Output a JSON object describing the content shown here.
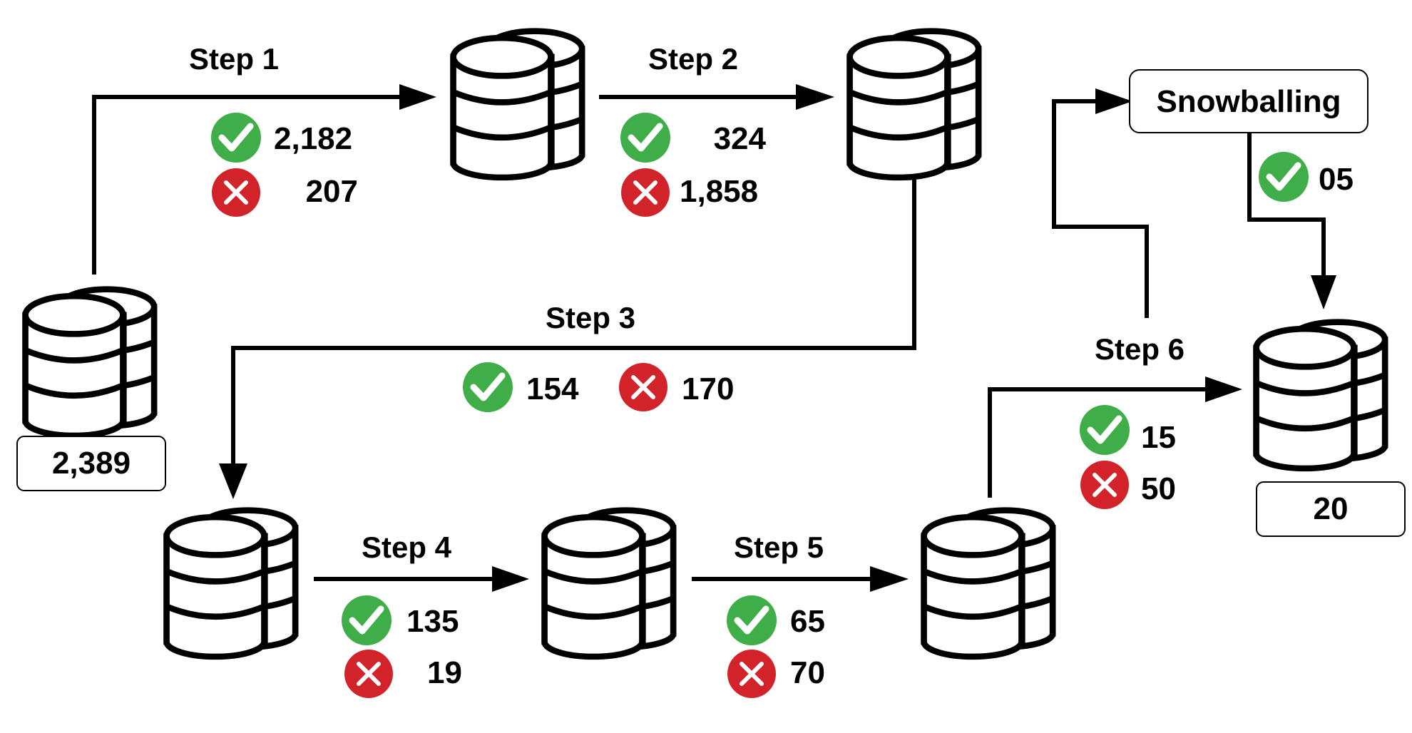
{
  "source_count": "2,389",
  "final_count": "20",
  "snowballing": {
    "label": "Snowballing",
    "accepted": "05"
  },
  "steps": [
    {
      "label": "Step 1",
      "accepted": "2,182",
      "rejected": "207"
    },
    {
      "label": "Step 2",
      "accepted": "324",
      "rejected": "1,858"
    },
    {
      "label": "Step 3",
      "accepted": "154",
      "rejected": "170"
    },
    {
      "label": "Step 4",
      "accepted": "135",
      "rejected": "19"
    },
    {
      "label": "Step 5",
      "accepted": "65",
      "rejected": "70"
    },
    {
      "label": "Step 6",
      "accepted": "15",
      "rejected": "50"
    }
  ],
  "icons": {
    "database": "database-icon",
    "accepted": "check-circle-icon",
    "rejected": "x-circle-icon"
  },
  "colors": {
    "accepted": "#3fae49",
    "rejected": "#d2232a",
    "ink": "#000000"
  }
}
